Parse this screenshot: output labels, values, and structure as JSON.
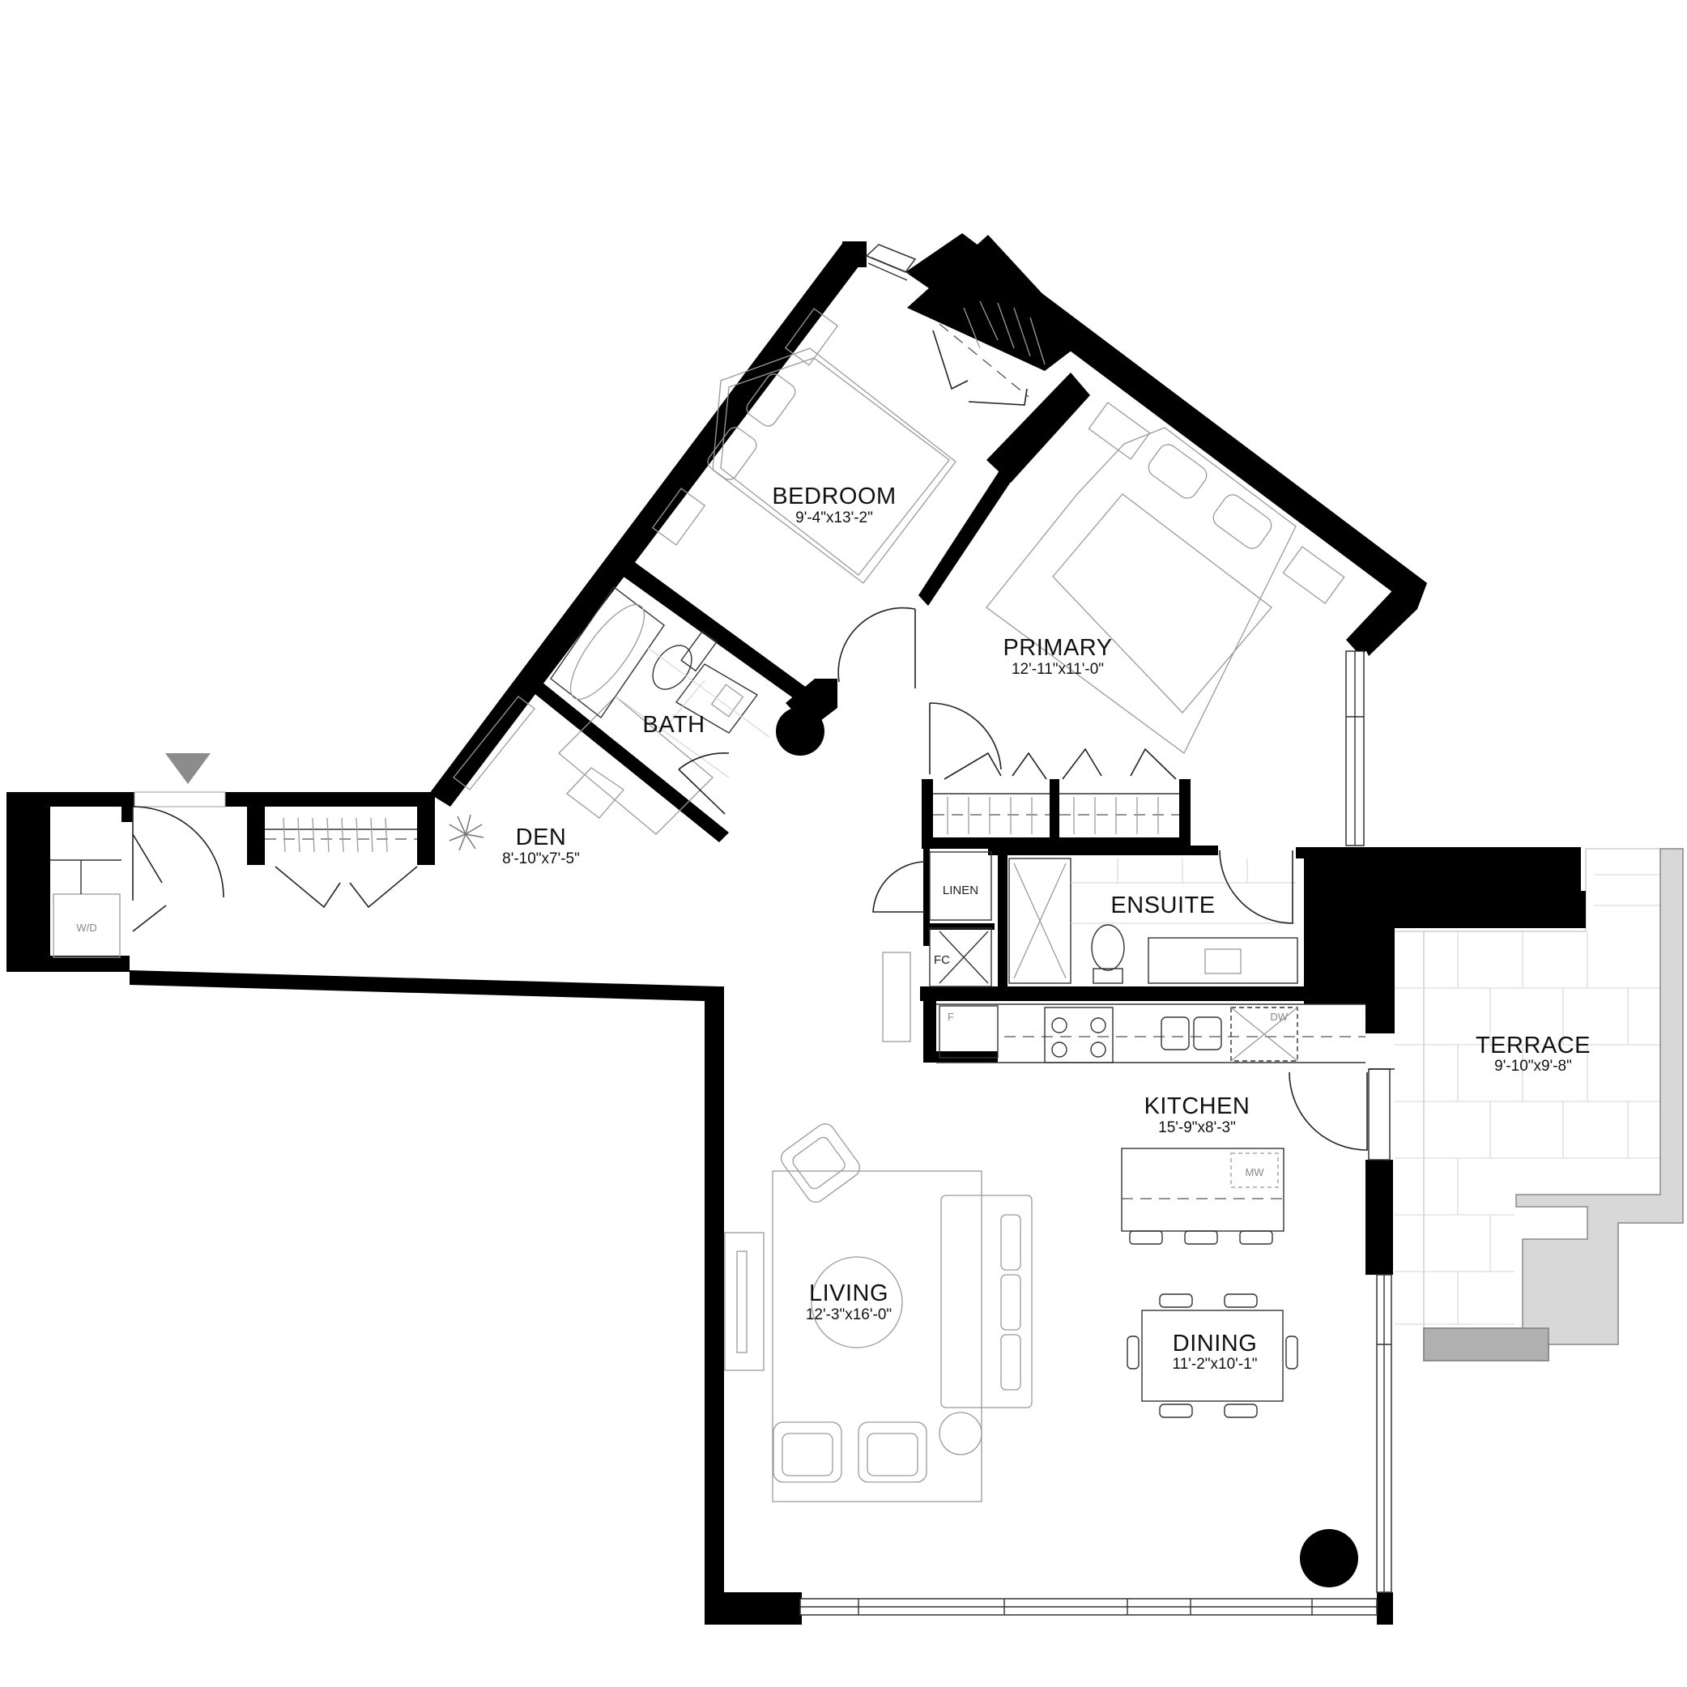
{
  "rooms": {
    "bedroom": {
      "name": "BEDROOM",
      "dims": "9'-4\"x13'-2\""
    },
    "primary": {
      "name": "PRIMARY",
      "dims": "12'-11\"x11'-0\""
    },
    "bath": {
      "name": "BATH"
    },
    "den": {
      "name": "DEN",
      "dims": "8'-10\"x7'-5\""
    },
    "ensuite": {
      "name": "ENSUITE"
    },
    "kitchen": {
      "name": "KITCHEN",
      "dims": "15'-9\"x8'-3\""
    },
    "terrace": {
      "name": "TERRACE",
      "dims": "9'-10\"x9'-8\""
    },
    "living": {
      "name": "LIVING",
      "dims": "12'-3\"x16'-0\""
    },
    "dining": {
      "name": "DINING",
      "dims": "11'-2\"x10'-1\""
    }
  },
  "fixtures": {
    "linen": "LINEN",
    "fc": "FC",
    "washer_dryer": "W/D",
    "fridge": "F",
    "dishwasher": "DW",
    "microwave": "MW"
  },
  "icons": {
    "entry": "entry-arrow-icon",
    "plant": "plant-icon",
    "column": "column-icon"
  },
  "colors": {
    "wall": "#000000",
    "terrace_tile": "#d4d4d4",
    "terrace_step": "#b0b0b0",
    "entry_marker": "#8c8c8c",
    "furniture": "#9a9a9a"
  }
}
